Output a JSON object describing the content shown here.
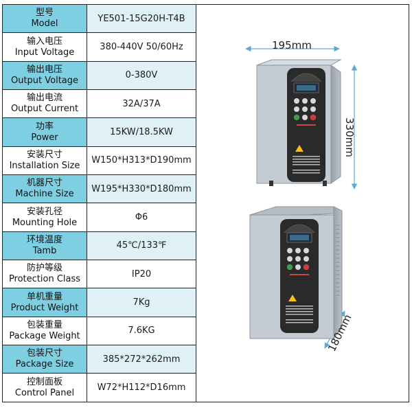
{
  "specs": [
    {
      "zh": "型号",
      "en": "Model",
      "value": "YE501-15G20H-T4B",
      "shaded": true
    },
    {
      "zh": "输入电压",
      "en": "Input Voltage",
      "value": "380-440V 50/60Hz",
      "shaded": false
    },
    {
      "zh": "输出电压",
      "en": "Output Voltage",
      "value": "0-380V",
      "shaded": true
    },
    {
      "zh": "输出电流",
      "en": "Output Current",
      "value": "32A/37A",
      "shaded": false
    },
    {
      "zh": "功率",
      "en": "Power",
      "value": "15KW/18.5KW",
      "shaded": true
    },
    {
      "zh": "安装尺寸",
      "en": "Installation Size",
      "value": "W150*H313*D190mm",
      "shaded": false
    },
    {
      "zh": "机器尺寸",
      "en": "Machine Size",
      "value": "W195*H330*D180mm",
      "shaded": true
    },
    {
      "zh": "安装孔径",
      "en": "Mounting Hole",
      "value": "Φ6",
      "shaded": false
    },
    {
      "zh": "环境温度",
      "en": "Tamb",
      "value": "45℃/133℉",
      "shaded": true
    },
    {
      "zh": "防护等级",
      "en": "Protection Class",
      "value": "IP20",
      "shaded": false
    },
    {
      "zh": "单机重量",
      "en": "Product Weight",
      "value": "7Kg",
      "shaded": true
    },
    {
      "zh": "包装重量",
      "en": "Package Weight",
      "value": "7.6KG",
      "shaded": false
    },
    {
      "zh": "包装尺寸",
      "en": "Package Size",
      "value": "385*272*262mm",
      "shaded": true
    },
    {
      "zh": "控制面板",
      "en": "Control Panel",
      "value": "W72*H112*D16mm",
      "shaded": false
    }
  ],
  "dimensions": {
    "width": "195mm",
    "height": "330mm",
    "depth": "180mm"
  },
  "colors": {
    "label_shade": "#7fcfe3",
    "value_shade": "#dff1f6",
    "dimension_arrow": "#5aa9d6",
    "housing": "#c4cbd3",
    "front_panel": "#2a2a2a"
  }
}
